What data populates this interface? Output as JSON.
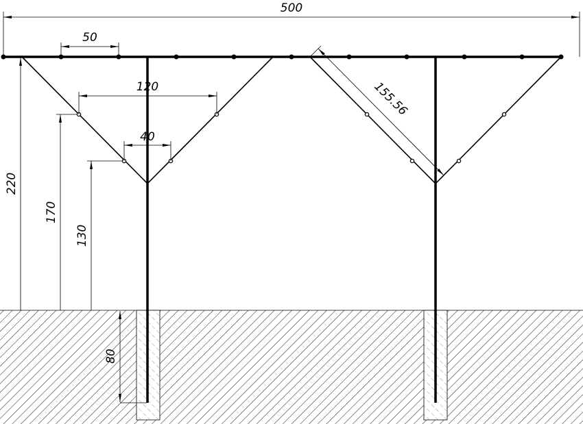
{
  "dimensions": {
    "total_length": "500",
    "spacing": "50",
    "upper_width": "120",
    "lower_width": "40",
    "height_total": "220",
    "height_upper": "170",
    "height_lower": "130",
    "embed_depth": "80",
    "arm_length": "155.56"
  },
  "colors": {
    "line": "#000000",
    "background": "#ffffff"
  }
}
